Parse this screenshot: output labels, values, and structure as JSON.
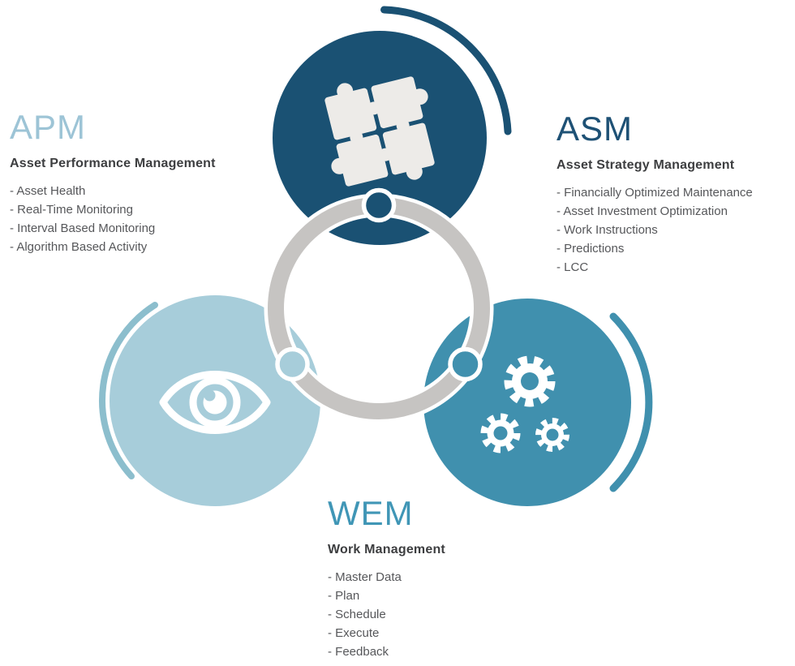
{
  "colors": {
    "navy": "#1a5173",
    "light_blue": "#a7cdda",
    "teal": "#4090ae",
    "ring_gray": "#c6c4c2",
    "arc_left": "#8cbecd",
    "apm_title": "#9dc4d6",
    "asm_title": "#1e5175",
    "wem_title": "#4096b6",
    "heading_text": "#3d3e40",
    "item_text": "#56575a",
    "icon_fill": "#edebe8",
    "bg": "#ffffff"
  },
  "icons": {
    "top_circle": "puzzle-icon",
    "left_circle": "eye-icon",
    "right_circle": "gears-icon"
  },
  "sections": {
    "apm": {
      "title": "APM",
      "subtitle": "Asset Performance Management",
      "items": [
        "- Asset Health",
        "- Real-Time Monitoring",
        "- Interval Based Monitoring",
        "- Algorithm Based Activity"
      ]
    },
    "asm": {
      "title": "ASM",
      "subtitle": "Asset Strategy Management",
      "items": [
        "- Financially Optimized Maintenance",
        "- Asset Investment Optimization",
        "- Work Instructions",
        "- Predictions",
        "- LCC"
      ]
    },
    "wem": {
      "title": "WEM",
      "subtitle": "Work Management",
      "items": [
        "- Master Data",
        "- Plan",
        "- Schedule",
        "- Execute",
        "- Feedback"
      ]
    }
  }
}
